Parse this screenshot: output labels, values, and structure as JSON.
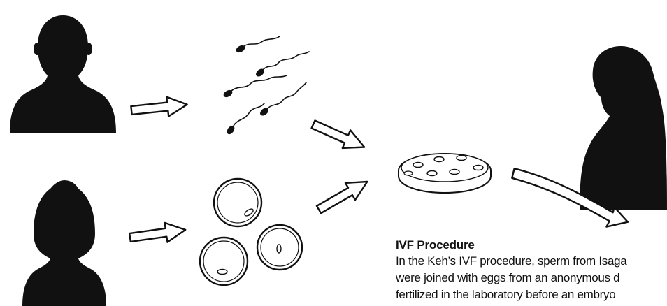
{
  "caption": {
    "title": "IVF Procedure",
    "lines": [
      "In the Keh’s IVF procedure, sperm from Isaga",
      "were joined with eggs from an anonymous d",
      "fertilized in the laboratory before an embryo"
    ]
  },
  "colors": {
    "ink": "#111111",
    "background": "#ffffff"
  },
  "icons": [
    "male-silhouette",
    "female-silhouette",
    "sperm-cells",
    "egg-cells",
    "petri-dish",
    "pregnant-woman-silhouette",
    "arrow"
  ]
}
